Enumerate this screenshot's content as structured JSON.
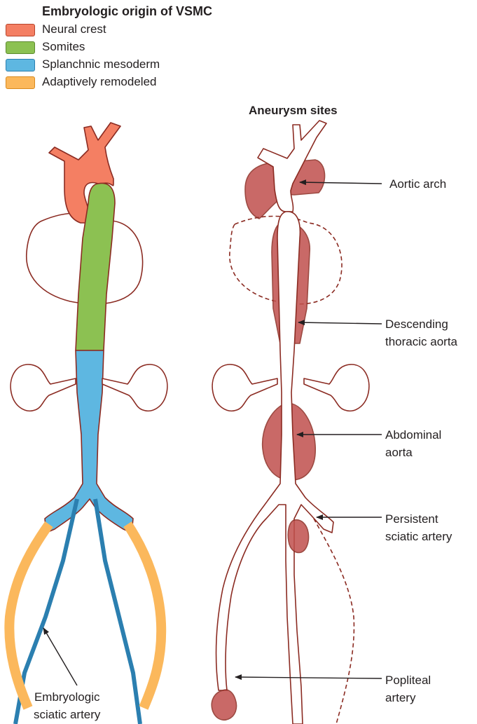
{
  "legend": {
    "title": "Embryologic origin of VSMC",
    "items": [
      {
        "label": "Neural crest",
        "color": "#f47f63",
        "border": "#b7442b"
      },
      {
        "label": "Somites",
        "color": "#8cc152",
        "border": "#5d8a2e"
      },
      {
        "label": "Splanchnic mesoderm",
        "color": "#5eb7e1",
        "border": "#2b7fb0"
      },
      {
        "label": "Adaptively remodeled",
        "color": "#fbb85c",
        "border": "#d98a1f"
      }
    ]
  },
  "left_panel": {
    "callout": {
      "line1": "Embryologic",
      "line2": "sciatic artery"
    }
  },
  "right_panel": {
    "title": "Aneurysm sites",
    "aneurysm_color": "#c0504d",
    "callouts": [
      {
        "line1": "Aortic arch",
        "line2": ""
      },
      {
        "line1": "Descending",
        "line2": "thoracic aorta"
      },
      {
        "line1": "Abdominal",
        "line2": "aorta"
      },
      {
        "line1": "Persistent",
        "line2": "sciatic artery"
      },
      {
        "line1": "Popliteal",
        "line2": "artery"
      }
    ]
  }
}
